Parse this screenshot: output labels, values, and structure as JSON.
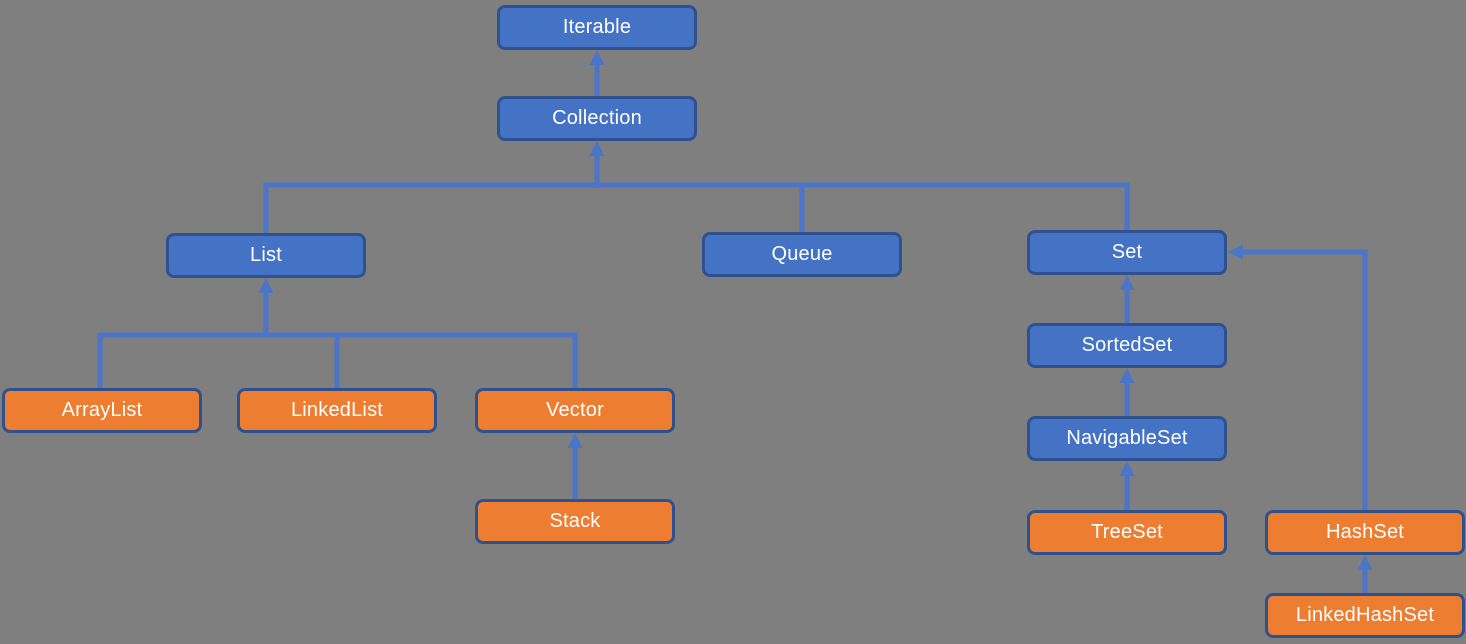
{
  "diagram": {
    "type": "hierarchy",
    "nodes": {
      "iterable": {
        "label": "Iterable",
        "kind": "interface"
      },
      "collection": {
        "label": "Collection",
        "kind": "interface"
      },
      "list": {
        "label": "List",
        "kind": "interface"
      },
      "queue": {
        "label": "Queue",
        "kind": "interface"
      },
      "set": {
        "label": "Set",
        "kind": "interface"
      },
      "arraylist": {
        "label": "ArrayList",
        "kind": "class"
      },
      "linkedlist": {
        "label": "LinkedList",
        "kind": "class"
      },
      "vector": {
        "label": "Vector",
        "kind": "class"
      },
      "stack": {
        "label": "Stack",
        "kind": "class"
      },
      "sortedset": {
        "label": "SortedSet",
        "kind": "interface"
      },
      "navigableset": {
        "label": "NavigableSet",
        "kind": "interface"
      },
      "treeset": {
        "label": "TreeSet",
        "kind": "class"
      },
      "hashset": {
        "label": "HashSet",
        "kind": "class"
      },
      "linkedhashset": {
        "label": "LinkedHashSet",
        "kind": "class"
      }
    },
    "edges": [
      {
        "from": "Collection",
        "to": "Iterable"
      },
      {
        "from": "List",
        "to": "Collection"
      },
      {
        "from": "Queue",
        "to": "Collection"
      },
      {
        "from": "Set",
        "to": "Collection"
      },
      {
        "from": "ArrayList",
        "to": "List"
      },
      {
        "from": "LinkedList",
        "to": "List"
      },
      {
        "from": "Vector",
        "to": "List"
      },
      {
        "from": "Stack",
        "to": "Vector"
      },
      {
        "from": "SortedSet",
        "to": "Set"
      },
      {
        "from": "NavigableSet",
        "to": "SortedSet"
      },
      {
        "from": "TreeSet",
        "to": "NavigableSet"
      },
      {
        "from": "HashSet",
        "to": "Set"
      },
      {
        "from": "LinkedHashSet",
        "to": "HashSet"
      }
    ],
    "colors": {
      "interface_fill": "#4472C4",
      "class_fill": "#ED7D31",
      "node_border": "#2F528F",
      "connector": "#4A75C8",
      "label_text": "#FFFFFF",
      "background": "#7F7F7F"
    }
  }
}
